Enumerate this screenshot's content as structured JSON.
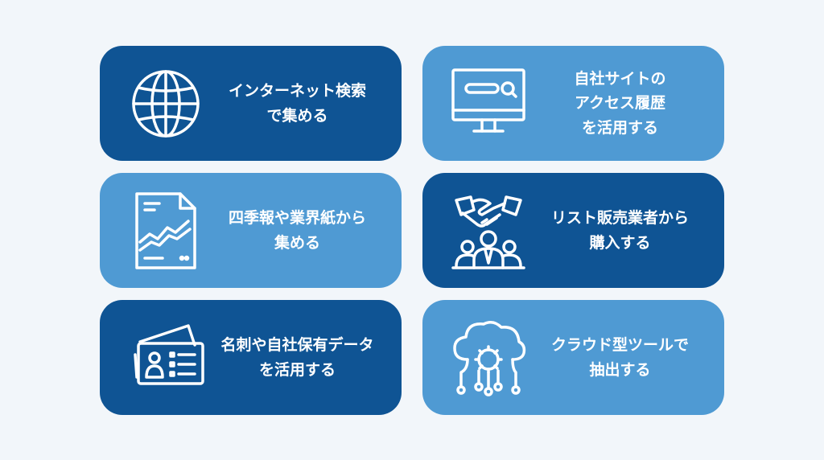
{
  "colors": {
    "background": "#f2f6fa",
    "dark_card": "#0f5494",
    "light_card": "#4f9ad3",
    "icon_stroke": "#ffffff"
  },
  "cards": [
    {
      "label": "インターネット検索\nで集める",
      "icon": "globe-icon",
      "tone": "dark"
    },
    {
      "label": "自社サイトの\nアクセス履歴\nを活用する",
      "icon": "monitor-search-icon",
      "tone": "light"
    },
    {
      "label": "四季報や業界紙から\n集める",
      "icon": "document-chart-icon",
      "tone": "light"
    },
    {
      "label": "リスト販売業者から\n購入する",
      "icon": "handshake-people-icon",
      "tone": "dark"
    },
    {
      "label": "名刺や自社保有データ\nを活用する",
      "icon": "business-card-icon",
      "tone": "dark"
    },
    {
      "label": "クラウド型ツールで\n抽出する",
      "icon": "cloud-gear-icon",
      "tone": "light"
    }
  ]
}
